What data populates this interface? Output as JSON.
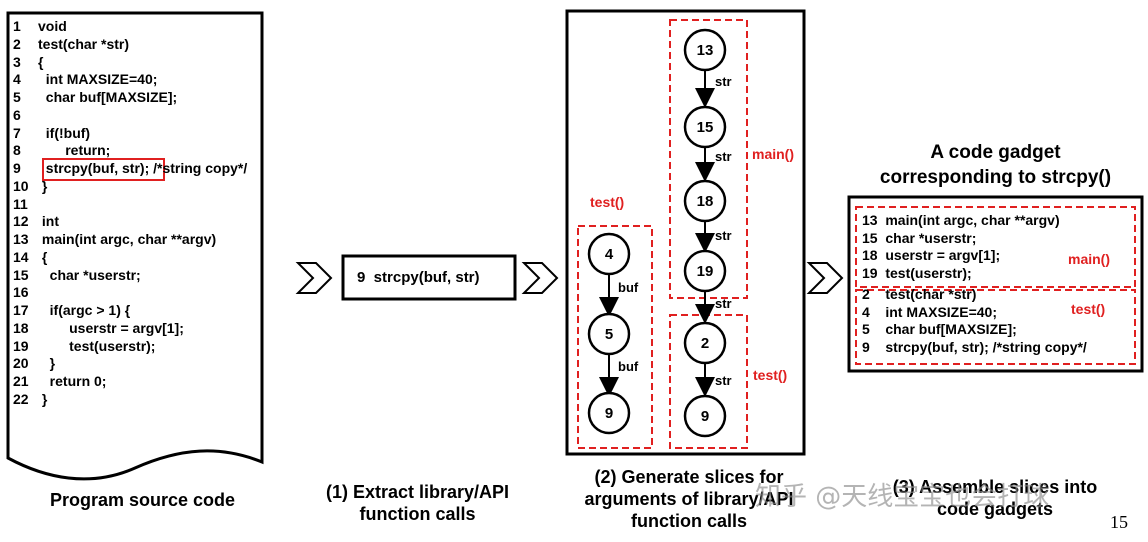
{
  "source_code": {
    "lines": [
      {
        "num": "1",
        "text": "void"
      },
      {
        "num": "2",
        "text": "test(char *str)"
      },
      {
        "num": "3",
        "text": "{"
      },
      {
        "num": "4",
        "text": "  int MAXSIZE=40;"
      },
      {
        "num": "5",
        "text": "  char buf[MAXSIZE];"
      },
      {
        "num": "6",
        "text": ""
      },
      {
        "num": "7",
        "text": "  if(!buf)"
      },
      {
        "num": "8",
        "text": "       return;"
      },
      {
        "num": "9",
        "text": "  strcpy(buf, str); /*string copy*/"
      },
      {
        "num": "10",
        "text": " }"
      },
      {
        "num": "11",
        "text": ""
      },
      {
        "num": "12",
        "text": " int"
      },
      {
        "num": "13",
        "text": " main(int argc, char **argv)"
      },
      {
        "num": "14",
        "text": " {"
      },
      {
        "num": "15",
        "text": "   char *userstr;"
      },
      {
        "num": "16",
        "text": ""
      },
      {
        "num": "17",
        "text": "   if(argc > 1) {"
      },
      {
        "num": "18",
        "text": "        userstr = argv[1];"
      },
      {
        "num": "19",
        "text": "        test(userstr);"
      },
      {
        "num": "20",
        "text": "   }"
      },
      {
        "num": "21",
        "text": "   return 0;"
      },
      {
        "num": "22",
        "text": " }"
      }
    ]
  },
  "extract_box": {
    "text": "9  strcpy(buf, str)"
  },
  "slices": {
    "test_label": "test()",
    "main_label": "main()",
    "test_label_2": "test()",
    "left_nodes": [
      "4",
      "5",
      "9"
    ],
    "left_edges": [
      "buf",
      "buf"
    ],
    "right_nodes": [
      "13",
      "15",
      "18",
      "19",
      "2",
      "9"
    ],
    "right_edges": [
      "str",
      "str",
      "str",
      "str",
      "str"
    ]
  },
  "gadget": {
    "title_line1": "A code gadget",
    "title_line2": "corresponding to strcpy()",
    "main_label": "main()",
    "test_label": "test()",
    "main_lines": [
      "13  main(int argc, char **argv)",
      "15  char *userstr;",
      "18  userstr = argv[1];",
      "19  test(userstr);"
    ],
    "test_lines": [
      "2    test(char *str)",
      "4    int MAXSIZE=40;",
      "5    char buf[MAXSIZE];",
      "9    strcpy(buf, str); /*string copy*/"
    ]
  },
  "captions": {
    "source": "Program source code",
    "extract_1": "(1) Extract library/API",
    "extract_2": "function calls",
    "slices_1": "(2) Generate slices for",
    "slices_2": "arguments of library/API",
    "slices_3": "function calls",
    "assemble_1": "(3) Assemble slices into",
    "assemble_2": "code gadgets"
  },
  "watermark": "知乎 @天线宝宝也会打球",
  "page_number": "15",
  "colors": {
    "accent_red": "#e02020",
    "black": "#000000"
  }
}
